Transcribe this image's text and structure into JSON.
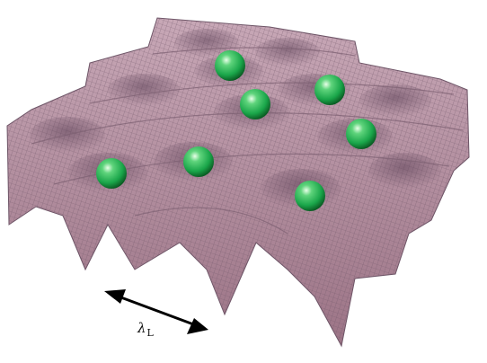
{
  "figure": {
    "lambda_symbol": "λ",
    "lambda_subscript": "L",
    "surface_color": "#b3909f",
    "mesh_color": "#6e5567",
    "atom_color": "#1aa64a",
    "atom_count": 7,
    "arrow_color": "#000000"
  }
}
